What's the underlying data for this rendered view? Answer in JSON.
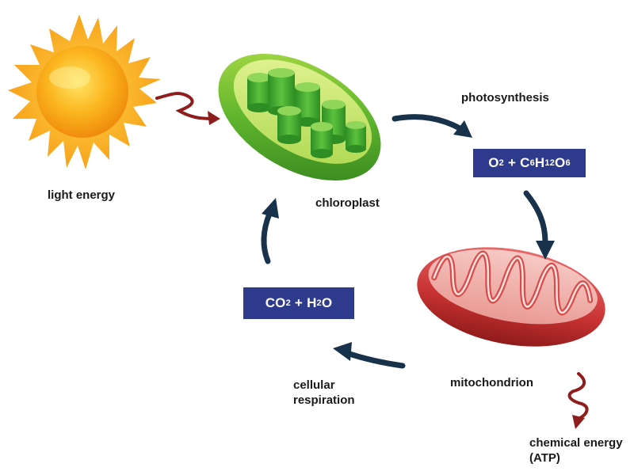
{
  "labels": {
    "light_energy": "light energy",
    "chloroplast": "chloroplast",
    "photosynthesis": "photosynthesis",
    "mitochondrion": "mitochondrion",
    "cellular_respiration_line1": "cellular",
    "cellular_respiration_line2": "respiration",
    "chemical_energy_line1": "chemical energy",
    "chemical_energy_line2": "(ATP)"
  },
  "products_box": {
    "o": "O",
    "o_sub": "2",
    "plus": "+",
    "c": "C",
    "c_sub": "6",
    "h": "H",
    "h_sub": "12",
    "o2": "O",
    "o2_sub": "6"
  },
  "reactants_box": {
    "co": "CO",
    "co_sub": "2",
    "plus": "+",
    "h": "H",
    "h_sub": "2",
    "o": "O"
  },
  "colors": {
    "cycle_arrow": "#17324a",
    "energy_arrow": "#8e1d1d",
    "formula_box": "#2e3a8c",
    "sun": "#f5a313",
    "chloroplast": "#4aa82a",
    "mitochondrion": "#cf3d3d"
  }
}
